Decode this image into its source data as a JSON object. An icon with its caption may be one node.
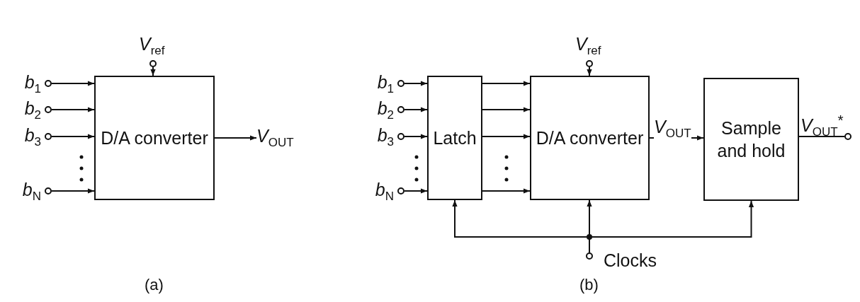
{
  "diagram": {
    "nodes": [
      {
        "text": [],
        "shape": "circle",
        "beside": [
          "*b*$_{1}$"
        ]
      },
      {
        "text": [],
        "shape": "circle",
        "beside": [
          "*b*$_{2}$"
        ]
      },
      {
        "text": [],
        "shape": "circle",
        "beside": [
          "*b*$_{3}$"
        ]
      },
      {
        "text": [],
        "shape": "circle",
        "beside": [
          "*b*$_{N}$"
        ]
      },
      {
        "text": [],
        "shape": "circle",
        "beside": [
          "*V*$_{ref}$"
        ]
      },
      {
        "text": [
          "D/A converter"
        ]
      },
      {
        "text": [
          "*V*$_{OUT}$"
        ]
      },
      {
        "text": [],
        "shape": "circle",
        "beside": [
          "*b*$_{1}$"
        ]
      },
      {
        "text": [],
        "shape": "circle",
        "beside": [
          "*b*$_{2}$"
        ]
      },
      {
        "text": [],
        "shape": "circle",
        "beside": [
          "*b*$_{3}$"
        ]
      },
      {
        "text": [],
        "shape": "circle",
        "beside": [
          "*b*$_{N}$"
        ]
      },
      {
        "text": [
          "Latch"
        ]
      },
      {
        "text": [],
        "shape": "circle",
        "beside": [
          "*V*$_{ref}$"
        ]
      },
      {
        "text": [
          "D/A converter"
        ]
      },
      {
        "text": [
          "Sample and hold"
        ]
      },
      {
        "text": [],
        "shape": "circle",
        "beside": [
          "*V*$_{OUT}$$^{*}$"
        ]
      },
      {
        "text": [],
        "shape": "circle",
        "beside": [
          "Clocks"
        ]
      }
    ],
    "edges": [
      {
        "from": 0,
        "to": 5,
        "arrow": "to"
      },
      {
        "from": 1,
        "to": 5,
        "arrow": "to"
      },
      {
        "from": 2,
        "to": 5,
        "arrow": "to"
      },
      {
        "from": 3,
        "to": 5,
        "arrow": "to"
      },
      {
        "from": 4,
        "to": 5,
        "arrow": "to"
      },
      {
        "from": 5,
        "to": 6,
        "arrow": "to"
      },
      {
        "from": 7,
        "to": 11,
        "arrow": "to"
      },
      {
        "from": 8,
        "to": 11,
        "arrow": "to"
      },
      {
        "from": 9,
        "to": 11,
        "arrow": "to"
      },
      {
        "from": 10,
        "to": 11,
        "arrow": "to"
      },
      {
        "from": 11,
        "to": 13,
        "arrow": "to"
      },
      {
        "from": 11,
        "to": 13,
        "arrow": "to"
      },
      {
        "from": 11,
        "to": 13,
        "arrow": "to"
      },
      {
        "from": 11,
        "to": 13,
        "arrow": "to"
      },
      {
        "from": 12,
        "to": 13,
        "arrow": "to"
      },
      {
        "from": 13,
        "to": 14,
        "arrow": "to",
        "label": "*V*$_{OUT}$"
      },
      {
        "from": 14,
        "to": 15,
        "arrow": "none"
      },
      {
        "from": 16,
        "to": 11,
        "arrow": "to"
      },
      {
        "from": 16,
        "to": 13,
        "arrow": "to"
      },
      {
        "from": 16,
        "to": 14,
        "arrow": "to"
      }
    ],
    "labels": [
      "(a)",
      "(b)"
    ]
  }
}
